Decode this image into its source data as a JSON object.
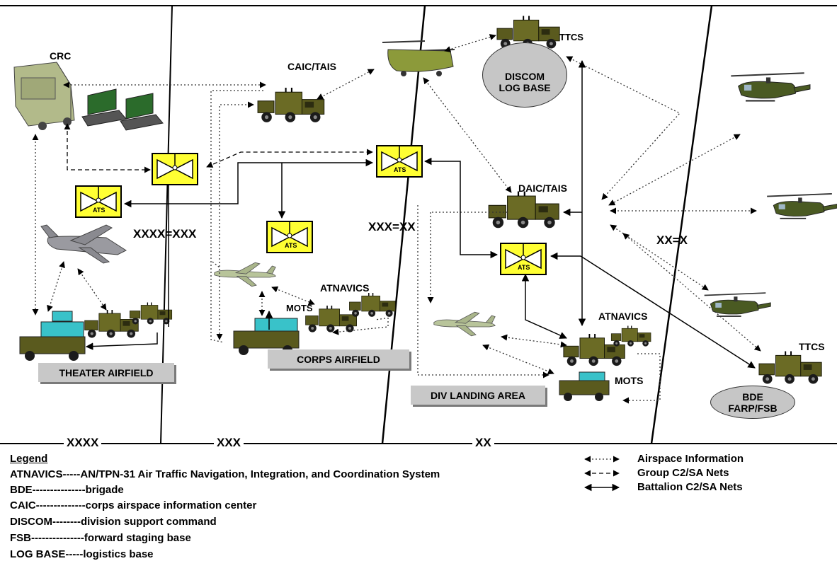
{
  "labels": {
    "crc": "CRC",
    "caic_tais": "CAIC/TAIS",
    "ttcs_top": "TTCS",
    "daic_tais": "DAIC/TAIS",
    "atnavics_corps": "ATNAVICS",
    "mots_corps": "MOTS",
    "atnavics_div": "ATNAVICS",
    "mots_div": "MOTS",
    "ttcs_bde": "TTCS",
    "ats": "ATS"
  },
  "boundaries": {
    "theater_corps": "XXXX=XXX",
    "corps_div": "XXX=XX",
    "div_bde": "XX=X"
  },
  "areas": {
    "theater_airfield": "THEATER AIRFIELD",
    "corps_airfield": "CORPS AIRFIELD",
    "div_landing_area": "DIV LANDING AREA"
  },
  "ovals": {
    "discom": [
      "DISCOM",
      "LOG BASE"
    ],
    "bde": [
      "BDE",
      "FARP/FSB"
    ]
  },
  "zones": [
    "XXXX",
    "XXX",
    "XX"
  ],
  "legend": {
    "title": "Legend",
    "entries": [
      "ATNAVICS-----AN/TPN-31 Air Traffic Navigation, Integration, and Coordination System",
      "BDE---------------brigade",
      "CAIC--------------corps airspace information center",
      "DISCOM--------division support command",
      "FSB---------------forward staging base",
      "LOG BASE-----logistics base"
    ]
  },
  "line_key": [
    {
      "label": "Airspace Information",
      "style": "dotted"
    },
    {
      "label": "Group C2/SA Nets",
      "style": "dashed"
    },
    {
      "label": "Battalion C2/SA Nets",
      "style": "solid"
    }
  ],
  "colors": {
    "ats_box": "#ffff33",
    "vehicle": "#5a5a1e",
    "vehicle_dark": "#2c2c10",
    "aircraft": "#b8c49a",
    "helicopter": "#4a5a22",
    "shelter_cyan": "#39c2c9",
    "plate_gray": "#c8c8c8"
  }
}
